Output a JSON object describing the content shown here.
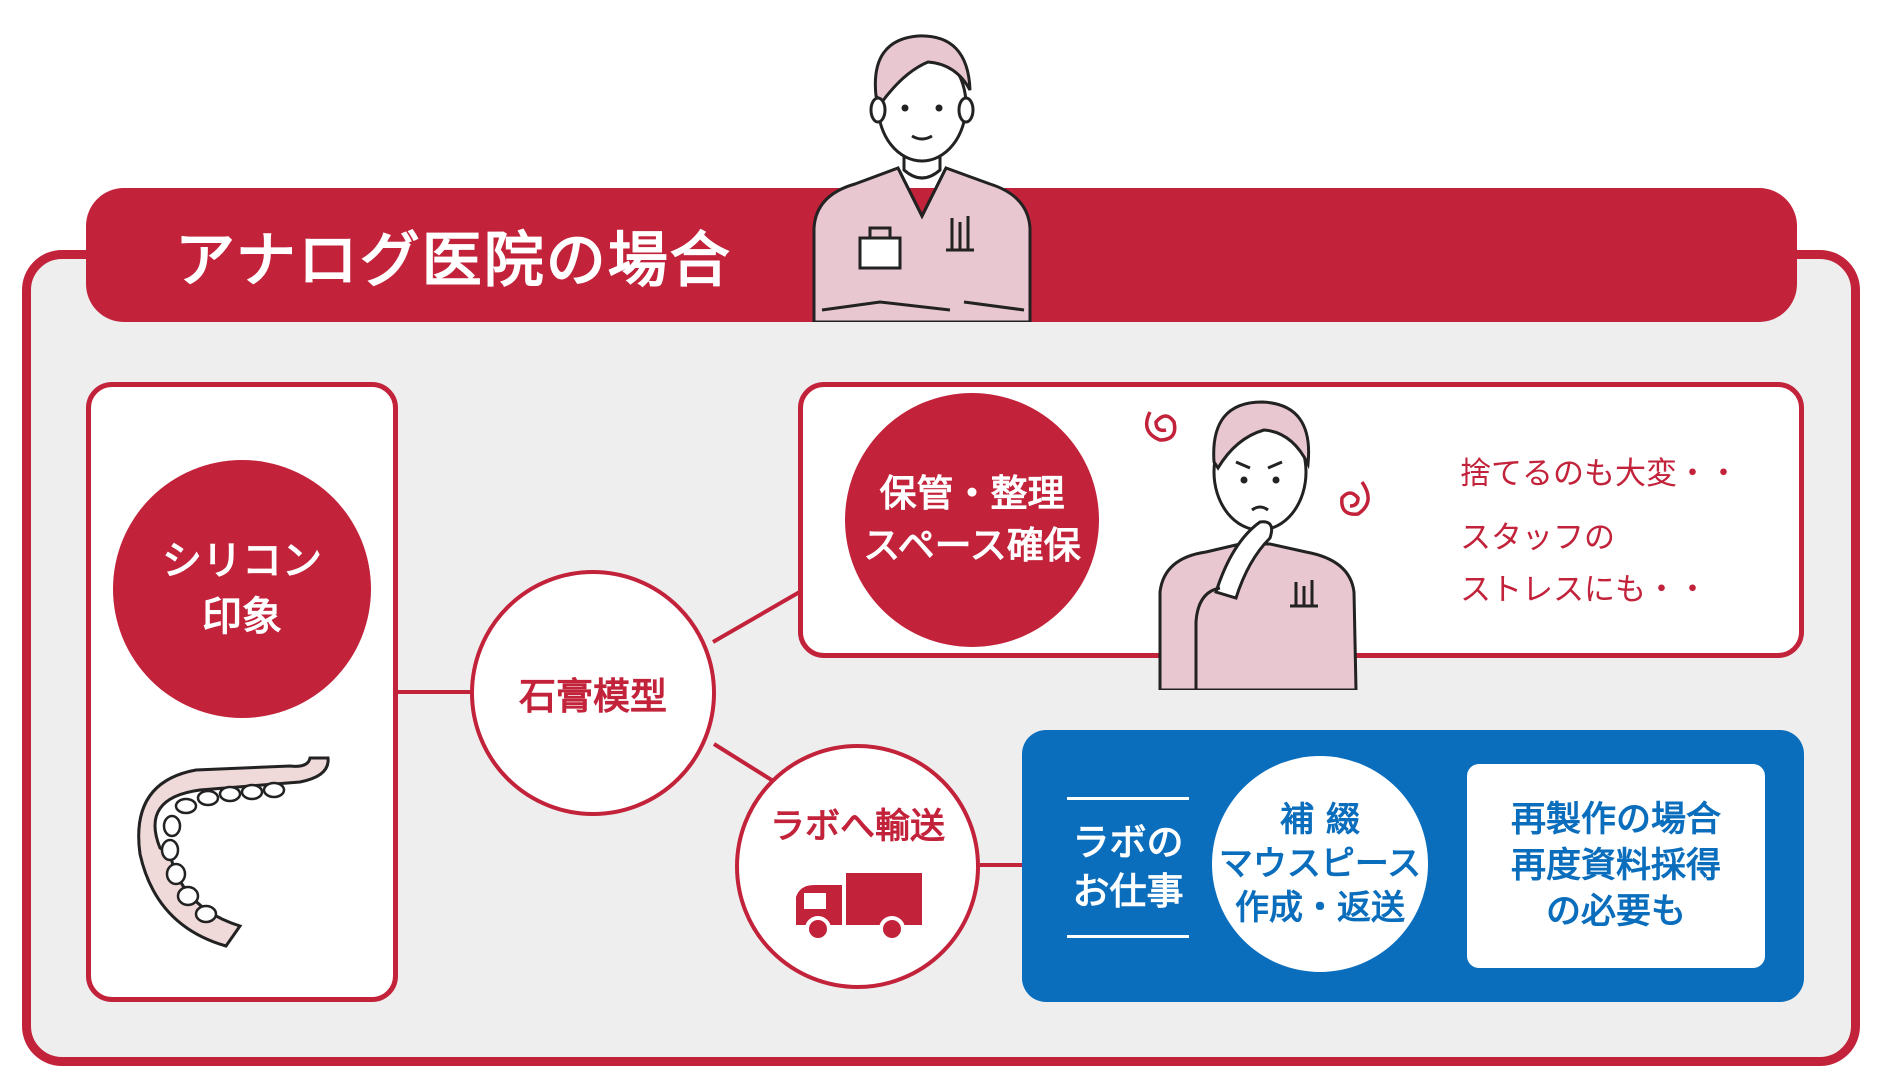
{
  "colors": {
    "primary_red": "#c2223a",
    "blue": "#0b6ebd",
    "panel_gray": "#eeeeee",
    "skin": "#ffffff",
    "scrubs": "#e8c7d0"
  },
  "title": "アナログ医院の場合",
  "flow": {
    "impression": [
      "シリコン",
      "印象"
    ],
    "plaster_model": "石膏模型",
    "storage": [
      "保管・整理",
      "スペース確保"
    ],
    "stress_comments": [
      [
        "捨てるのも大変・・"
      ],
      [
        "スタッフの",
        "ストレスにも・・"
      ]
    ],
    "transport": "ラボへ輸送",
    "lab_work": [
      "ラボの",
      "お仕事"
    ],
    "lab_tasks": [
      "補 綴",
      "マウスピース",
      "作成・返送"
    ],
    "remake_note": [
      "再製作の場合",
      "再度資料採得",
      "の必要も"
    ]
  },
  "icons": [
    "dentist-illustration",
    "worried-staff-illustration",
    "dental-tray-icon",
    "truck-icon",
    "dizzy-swirl-icon"
  ]
}
